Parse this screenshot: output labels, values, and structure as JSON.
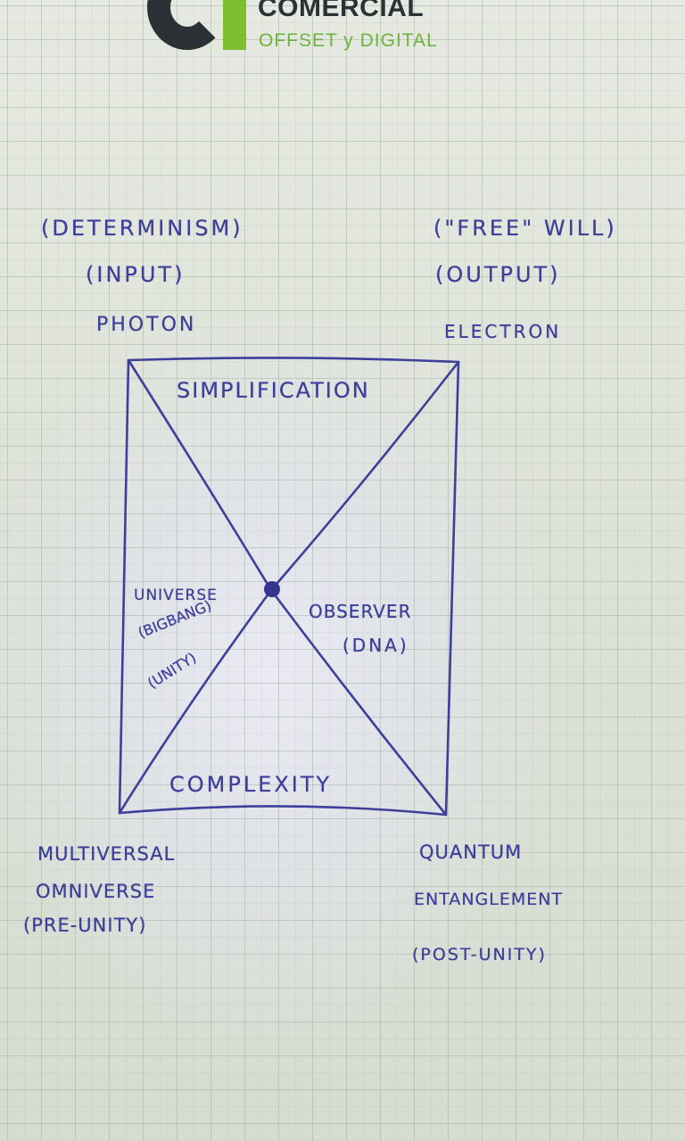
{
  "header": {
    "logo_title": "COMERCIAL",
    "logo_subtitle": "OFFSET y DIGITAL"
  },
  "corners": {
    "top_left": [
      "(DETERMINISM)",
      "(INPUT)",
      "PHOTON"
    ],
    "top_right": [
      "(\"FREE\" WILL)",
      "(OUTPUT)",
      "ELECTRON"
    ],
    "bottom_left": [
      "MULTIVERSAL",
      "OMNIVERSE",
      "(PRE-UNITY)"
    ],
    "bottom_right": [
      "QUANTUM",
      "ENTANGLEMENT",
      "(POST-UNITY)"
    ]
  },
  "box": {
    "top": "SIMPLIFICATION",
    "bottom": "COMPLEXITY",
    "left": [
      "UNIVERSE",
      "(BIGBANG)",
      "(UNITY)"
    ],
    "right": [
      "OBSERVER",
      "(DNA)"
    ]
  },
  "colors": {
    "ink": "#3d3f9a",
    "paper": "#dfe3db",
    "logo_dark": "#2b3134",
    "logo_green": "#7cbf2f"
  }
}
